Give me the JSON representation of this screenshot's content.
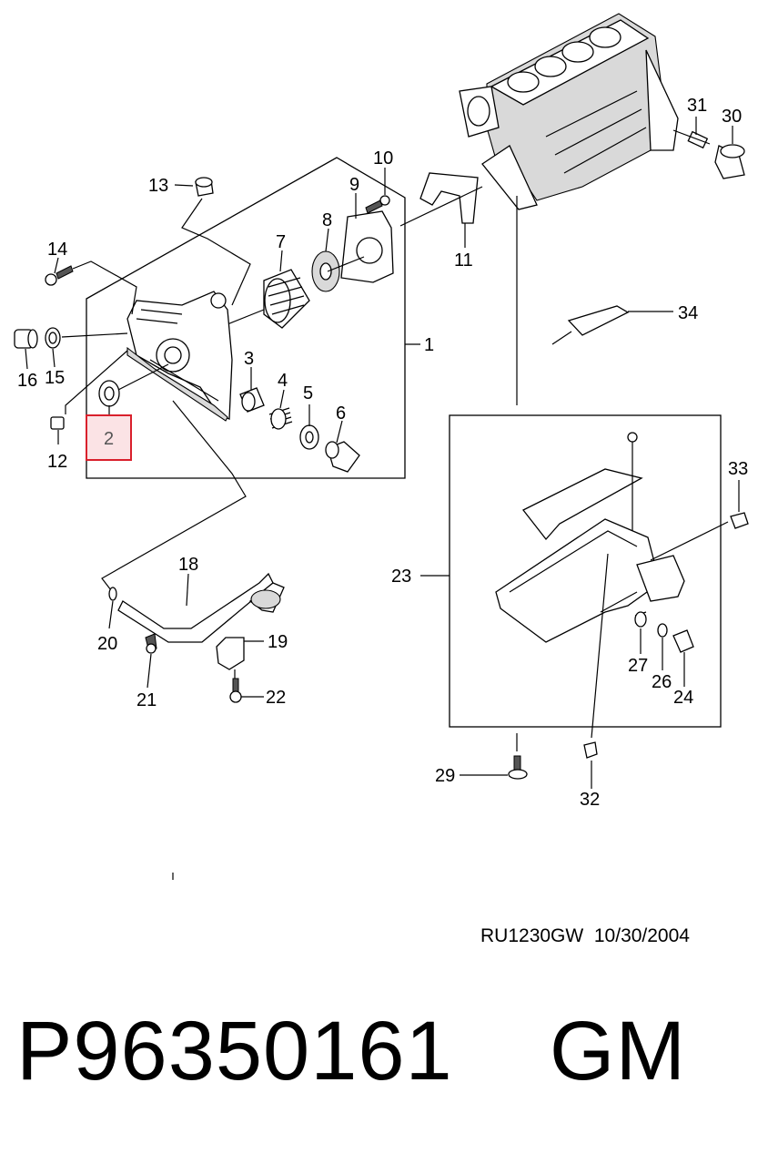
{
  "diagram": {
    "callouts": [
      "1",
      "2",
      "3",
      "4",
      "5",
      "6",
      "7",
      "8",
      "9",
      "10",
      "11",
      "12",
      "13",
      "14",
      "15",
      "16",
      "18",
      "19",
      "20",
      "21",
      "22",
      "23",
      "24",
      "26",
      "27",
      "29",
      "30",
      "31",
      "32",
      "33",
      "34"
    ],
    "selected_callout": "2",
    "highlight_color": "#d9202c",
    "highlight_fill": "#fbe3e5"
  },
  "footer": {
    "reference": "RU1230GW  10/30/2004",
    "part_number": "P96350161    GM"
  }
}
